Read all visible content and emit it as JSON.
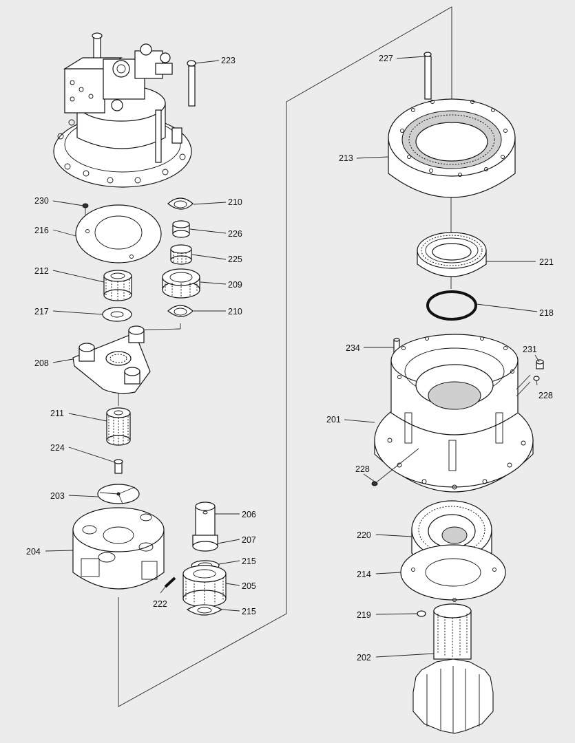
{
  "labels": {
    "p201": "201",
    "p202": "202",
    "p203": "203",
    "p204": "204",
    "p205": "205",
    "p206": "206",
    "p207": "207",
    "p208": "208",
    "p209": "209",
    "p210a": "210",
    "p210b": "210",
    "p211": "211",
    "p212": "212",
    "p213": "213",
    "p214": "214",
    "p215a": "215",
    "p215b": "215",
    "p216": "216",
    "p217": "217",
    "p218": "218",
    "p219": "219",
    "p220": "220",
    "p221": "221",
    "p222": "222",
    "p223": "223",
    "p224": "224",
    "p225": "225",
    "p226": "226",
    "p227": "227",
    "p228a": "228",
    "p228b": "228",
    "p230": "230",
    "p231": "231",
    "p234": "234"
  }
}
